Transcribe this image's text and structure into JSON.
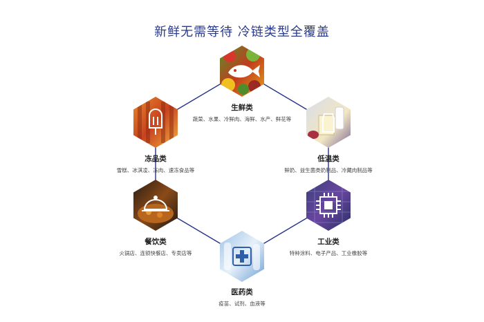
{
  "title": "新鲜无需等待  冷链类型全覆盖",
  "colors": {
    "title": "#2a3a8c",
    "line": "#24308a"
  },
  "categories": [
    {
      "key": "fresh",
      "name": "生鲜类",
      "desc": "蔬菜、水果、冷鲜肉、海鲜、水产、鲜花等",
      "icon": "fish-icon"
    },
    {
      "key": "low-temp",
      "name": "低温类",
      "desc": "鲜奶、益生菌类奶制品、冷藏肉制品等",
      "icon": "milk-icon"
    },
    {
      "key": "industrial",
      "name": "工业类",
      "desc": "特种涂料、电子产品、工业橡胶等",
      "icon": "chip-icon"
    },
    {
      "key": "medical",
      "name": "医药类",
      "desc": "疫苗、试剂、血液等",
      "icon": "medical-cross-icon"
    },
    {
      "key": "catering",
      "name": "餐饮类",
      "desc": "火锅店、连锁快餐店、专卖店等",
      "icon": "cloche-icon"
    },
    {
      "key": "frozen",
      "name": "冻品类",
      "desc": "雪糕、冰淇凌、冻肉、速冻食品等",
      "icon": "popsicle-icon"
    }
  ]
}
